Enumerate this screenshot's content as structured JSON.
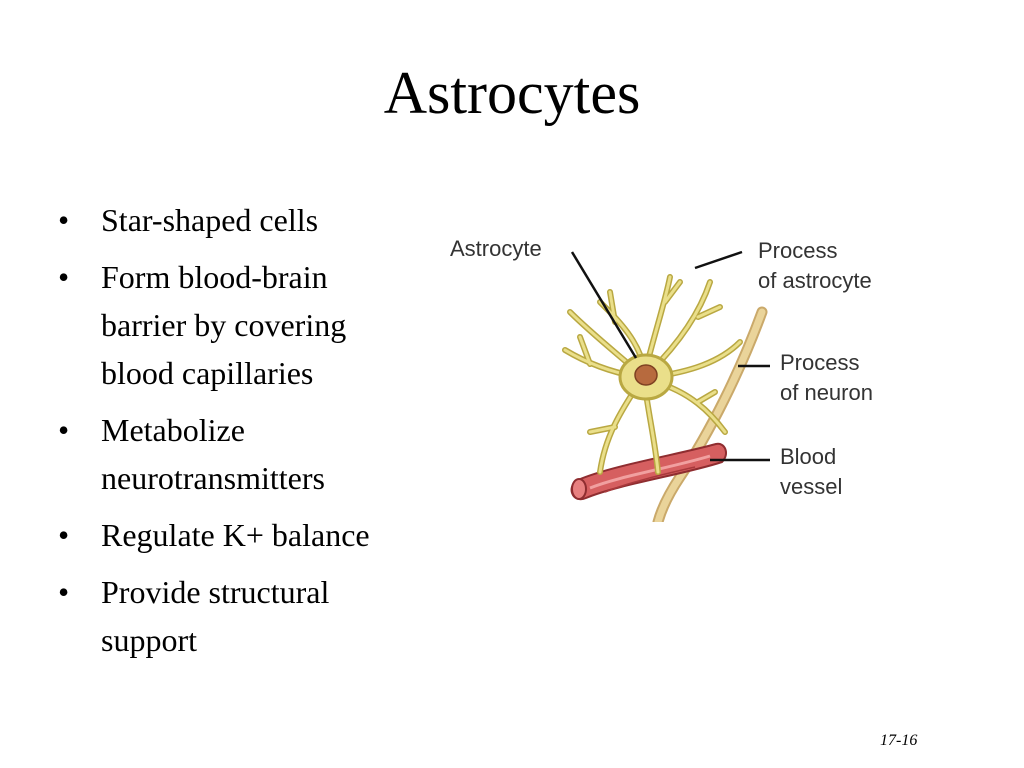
{
  "slide": {
    "title": "Astrocytes",
    "bullets": [
      {
        "line1": "Star-shaped cells",
        "line2": "",
        "line3": ""
      },
      {
        "line1": "Form blood-brain",
        "line2": "barrier by covering",
        "line3": "blood capillaries"
      },
      {
        "line1": "Metabolize",
        "line2": "neurotransmitters",
        "line3": ""
      },
      {
        "line1": "Regulate K+ balance",
        "line2": "",
        "line3": ""
      },
      {
        "line1": "Provide structural",
        "line2": "support",
        "line3": ""
      }
    ],
    "bullet_char": "•",
    "page_number": "17-16"
  },
  "figure": {
    "labels": {
      "astrocyte": "Astrocyte",
      "process_astrocyte_1": "Process",
      "process_astrocyte_2": "of astrocyte",
      "process_neuron_1": "Process",
      "process_neuron_2": "of neuron",
      "blood_vessel_1": "Blood",
      "blood_vessel_2": "vessel"
    },
    "colors": {
      "cell": "#eadf8a",
      "cell_outline": "#b9a842",
      "nucleus": "#b76a3e",
      "vessel": "#d65f60",
      "vessel_outline": "#8f2d30",
      "neuron": "#ead49a"
    }
  }
}
